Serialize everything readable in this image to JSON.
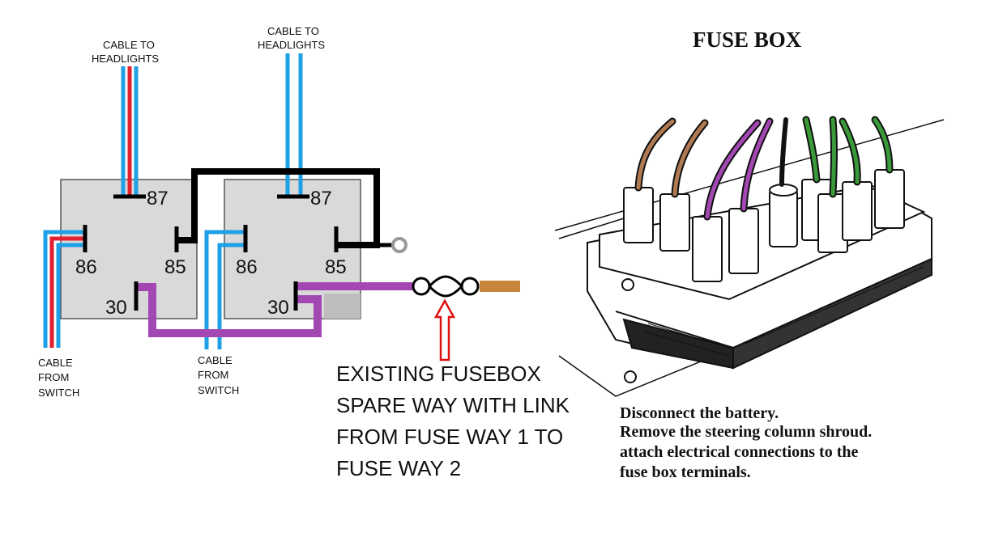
{
  "diagram": {
    "headlight_label_line1": "CABLE TO",
    "headlight_label_line2": "HEADLIGHTS",
    "switch_label_line1": "CABLE",
    "switch_label_line2": "FROM",
    "switch_label_line3": "SWITCH",
    "pins": {
      "p87": "87",
      "p86": "86",
      "p85": "85",
      "p30": "30"
    },
    "fusebox_note": [
      "EXISTING FUSEBOX",
      "SPARE WAY WITH LINK",
      "FROM FUSE WAY 1 TO",
      "FUSE WAY 2"
    ]
  },
  "illustration": {
    "title": "FUSE BOX",
    "caption": [
      "Disconnect the battery.",
      "Remove the steering column shroud.",
      " attach electrical connections to the",
      "fuse box terminals."
    ]
  },
  "colors": {
    "relay_fill": "#d9d9d9",
    "blue_wire": "#1ea0e6",
    "red_wire": "#e22030",
    "purple_wire": "#a347b3",
    "black_wire": "#000000",
    "brown_wire": "#c8843a",
    "arrow_red": "#e01010",
    "green_wire": "#3a9a3a"
  }
}
